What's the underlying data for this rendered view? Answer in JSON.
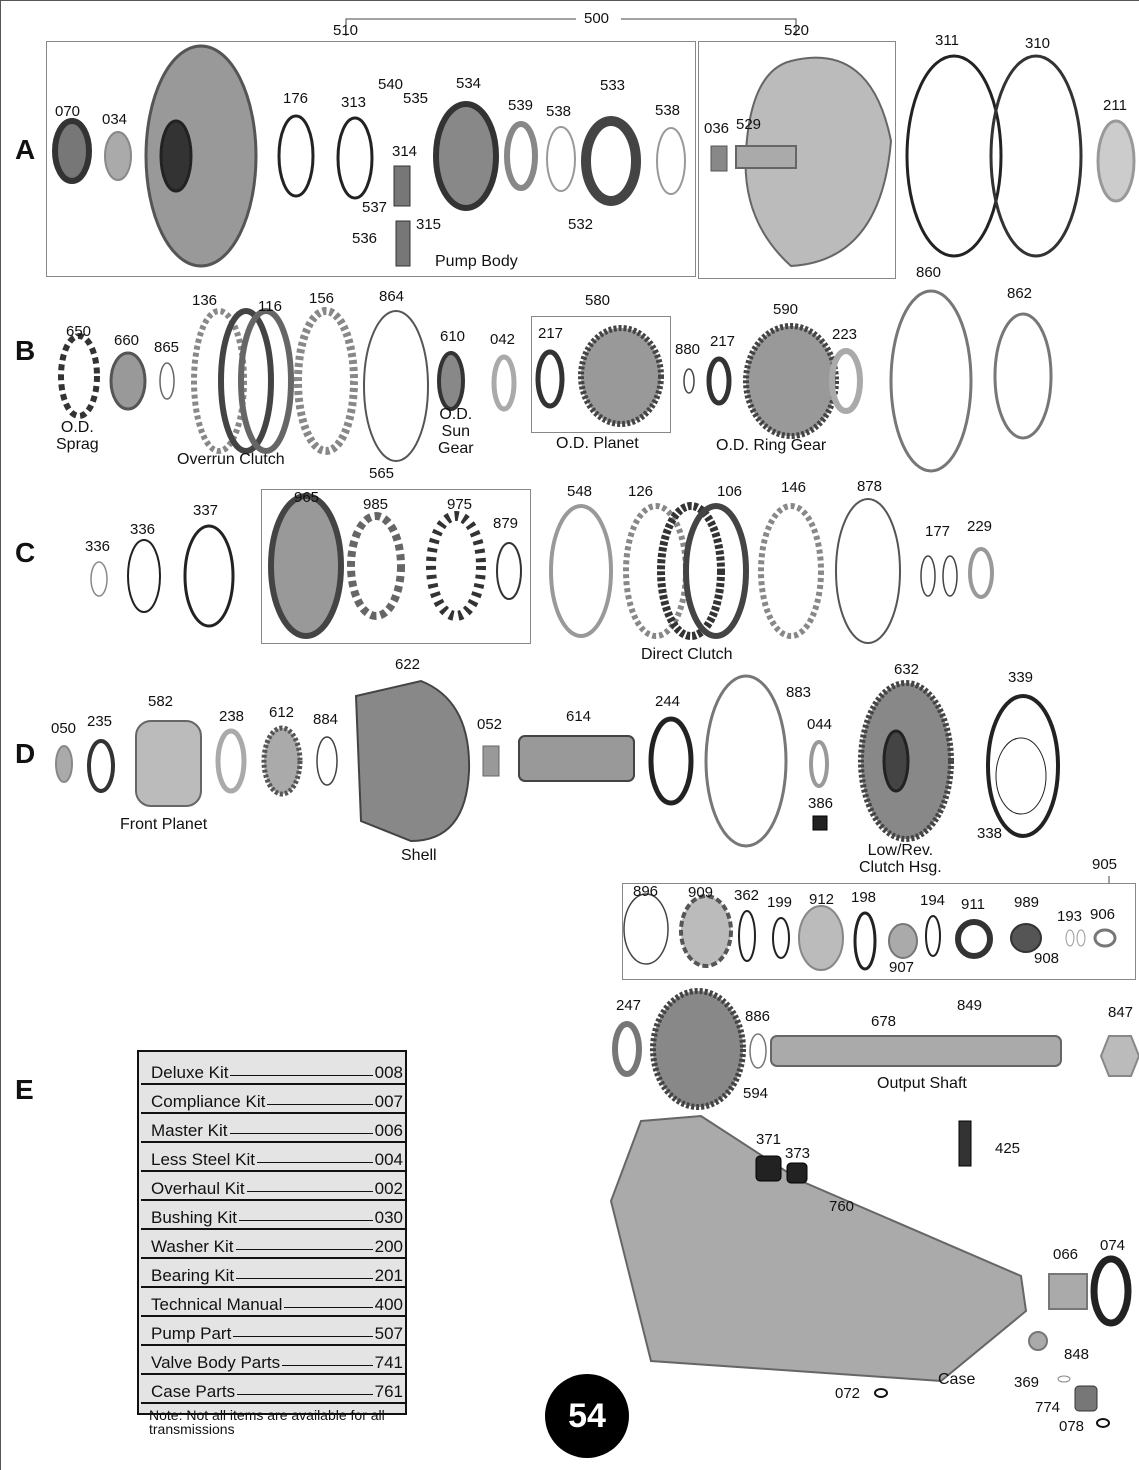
{
  "sections": [
    "A",
    "B",
    "C",
    "D",
    "E"
  ],
  "callouts": [
    "510",
    "500",
    "520",
    "070",
    "034",
    "176",
    "313",
    "540",
    "535",
    "534",
    "314",
    "539",
    "538",
    "533",
    "538",
    "537",
    "315",
    "532",
    "536",
    "036",
    "529",
    "311",
    "310",
    "211",
    "650",
    "660",
    "865",
    "136",
    "116",
    "156",
    "864",
    "610",
    "042",
    "580",
    "217",
    "880",
    "217",
    "590",
    "223",
    "860",
    "862",
    "565",
    "336",
    "336",
    "337",
    "965",
    "985",
    "975",
    "879",
    "548",
    "126",
    "106",
    "146",
    "878",
    "177",
    "229",
    "622",
    "582",
    "050",
    "235",
    "238",
    "612",
    "884",
    "052",
    "614",
    "244",
    "883",
    "044",
    "386",
    "632",
    "339",
    "338",
    "905",
    "896",
    "909",
    "362",
    "199",
    "912",
    "198",
    "194",
    "911",
    "989",
    "193",
    "906",
    "907",
    "908",
    "247",
    "886",
    "594",
    "678",
    "849",
    "847",
    "371",
    "373",
    "425",
    "760",
    "066",
    "074",
    "848",
    "369",
    "072",
    "774",
    "078"
  ],
  "captions": [
    "Pump Body",
    "O.D.\nSprag",
    "Overrun Clutch",
    "O.D.\nSun\nGear",
    "O.D. Planet",
    "O.D. Ring Gear",
    "Direct Clutch",
    "Front Planet",
    "Shell",
    "Low/Rev.\nClutch Hsg.",
    "Output Shaft",
    "Case"
  ],
  "kits": [
    {
      "name": "Deluxe Kit",
      "code": "008"
    },
    {
      "name": "Compliance Kit",
      "code": "007"
    },
    {
      "name": "Master Kit",
      "code": "006"
    },
    {
      "name": "Less Steel Kit",
      "code": "004"
    },
    {
      "name": "Overhaul Kit",
      "code": "002"
    },
    {
      "name": "Bushing Kit",
      "code": "030"
    },
    {
      "name": "Washer Kit",
      "code": "200"
    },
    {
      "name": "Bearing Kit",
      "code": "201"
    },
    {
      "name": "Technical Manual",
      "code": "400"
    },
    {
      "name": "Pump Part",
      "code": "507"
    },
    {
      "name": "Valve Body Parts",
      "code": "741"
    },
    {
      "name": "Case Parts",
      "code": "761"
    }
  ],
  "kit_note": "Note: Not all items are available for all transmissions",
  "page_number": "54"
}
